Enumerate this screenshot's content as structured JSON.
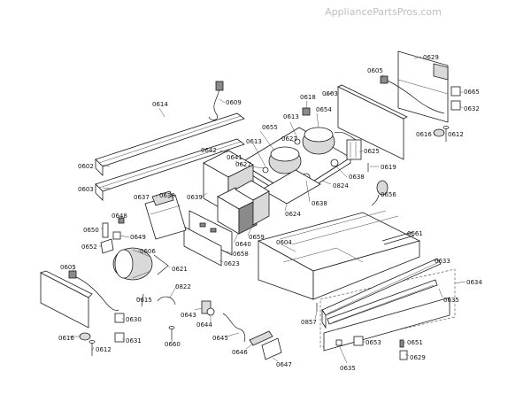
{
  "watermark": "AppliancePartsPros.com",
  "callouts": {
    "c0629a": "0629",
    "c0605a": "0605",
    "c0665": "0665",
    "c0632": "0632",
    "c0616a": "0616",
    "c0612a": "0612",
    "c0618": "0618",
    "c0663": "0663",
    "c0609": "0609",
    "c0614": "0614",
    "c0613a": "0613",
    "c0654": "0654",
    "c0655": "0655",
    "c0627a": "0627",
    "c0613b": "0613",
    "c0642": "0642",
    "c0641": "0641",
    "c0627b": "0627",
    "c0625": "0625",
    "c0619": "0619",
    "c0602": "0602",
    "c0603": "0603",
    "c0824": "0824",
    "c0638a": "0638",
    "c0656": "0656",
    "c0637": "0637",
    "c0636": "0636",
    "c0639": "0639",
    "c0624": "0624",
    "c0638b": "0638",
    "c0648": "0648",
    "c0650": "0650",
    "c0649": "0649",
    "c0659": "0659",
    "c0640": "0640",
    "c0661": "0661",
    "c0652": "0652",
    "c0606": "0606",
    "c0658": "0658",
    "c0604": "0604",
    "c0623": "0623",
    "c0605b": "0605",
    "c0621": "0621",
    "c0633": "0633",
    "c0634": "0634",
    "c0615": "0615",
    "c0822": "0822",
    "c0643": "0643",
    "c0635a": "0635",
    "c0857": "0857",
    "c0630": "0630",
    "c0644": "0644",
    "c0616b": "0616",
    "c0631": "0631",
    "c0660": "0660",
    "c0645": "0645",
    "c0653": "0653",
    "c0651": "0651",
    "c0612b": "0612",
    "c0646": "0646",
    "c0629b": "0629",
    "c0635b": "0635",
    "c0647": "0647"
  }
}
